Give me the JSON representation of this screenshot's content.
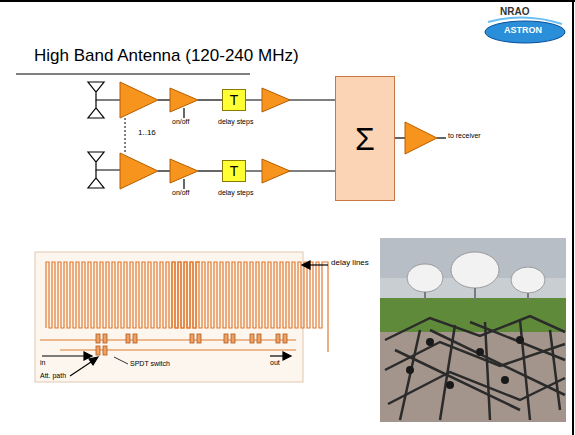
{
  "diagram": {
    "title": "High Band Antenna (120-240 MHz)",
    "nodes": [
      {
        "text": [
          "T"
        ]
      },
      {
        "text": [
          "T"
        ]
      },
      {
        "text": [
          "Σ"
        ]
      }
    ],
    "edges": [
      {
        "from": 0,
        "to": 2,
        "arrow": "none"
      },
      {
        "from": 1,
        "to": 2,
        "arrow": "none"
      }
    ],
    "labels": [
      "NRAO",
      "ASTRON",
      "1..16",
      "on/off",
      "delay steps",
      "on/off",
      "delay steps",
      "to receiver",
      "delay lines",
      "in",
      "Att. path",
      "SPDT switch",
      "out"
    ]
  }
}
